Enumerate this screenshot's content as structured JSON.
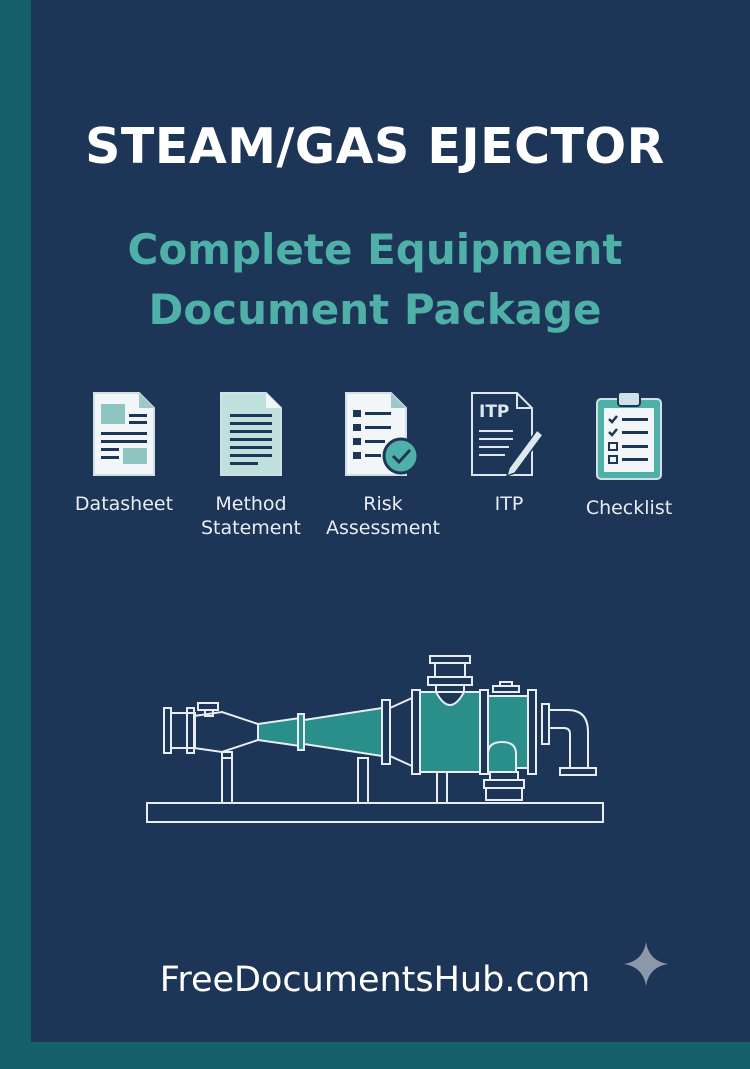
{
  "title": "STEAM/GAS EJECTOR",
  "subtitle": {
    "line1": "Complete Equipment",
    "line2": "Document Package"
  },
  "documents": [
    {
      "label": "Datasheet",
      "icon": "datasheet-icon"
    },
    {
      "label": "Method Statement",
      "icon": "document-lines-icon"
    },
    {
      "label": "Risk Assessment",
      "icon": "checklist-document-check-icon"
    },
    {
      "label": "ITP",
      "icon": "itp-document-pen-icon",
      "icon_text": "ITP"
    },
    {
      "label": "Checklist",
      "icon": "clipboard-checklist-icon"
    }
  ],
  "illustration": "steam-ejector-line-drawing",
  "footer": "FreeDocumentsHub.com",
  "colors": {
    "background": "#1d3556",
    "border": "#16606a",
    "accent": "#4fb0a8",
    "text": "#ffffff"
  }
}
